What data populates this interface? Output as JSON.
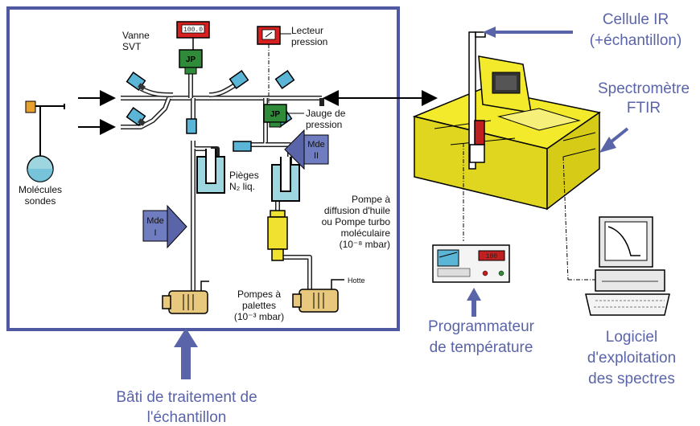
{
  "labels": {
    "vanne": "Vanne",
    "svt": "SVT",
    "lecteur": "Lecteur",
    "pression": "pression",
    "jauge": "Jauge de",
    "jauge2": "pression",
    "pieges": "Pièges",
    "n2": "N₂ liq.",
    "pompe_diff_1": "Pompe à",
    "pompe_diff_2": "diffusion d'huile",
    "pompe_diff_3": "ou Pompe turbo",
    "pompe_diff_4": "moléculaire",
    "pompe_diff_5": "(10⁻⁸ mbar)",
    "pompes_pal_1": "Pompes à",
    "pompes_pal_2": "palettes",
    "pompes_pal_3": "(10⁻³ mbar)",
    "hotte": "Hotte",
    "molecules_1": "Molécules",
    "molecules_2": "sondes",
    "mde_1": "Mde",
    "mde_1b": "I",
    "mde_2": "Mde",
    "mde_2b": "II",
    "jp": "JP",
    "cellule_1": "Cellule IR",
    "cellule_2": "(+échantillon)",
    "spectro_1": "Spectromètre",
    "spectro_2": "FTIR",
    "programmateur_1": "Programmateur",
    "programmateur_2": "de température",
    "logiciel_1": "Logiciel",
    "logiciel_2": "d'exploitation",
    "logiciel_3": "des spectres",
    "bati_1": "Bâti de traitement de",
    "bati_2": "l'échantillon",
    "gauge_display": "100.0",
    "temp_display": "100"
  },
  "colors": {
    "frame": "#4f58a0",
    "label_blue": "#5a64a8",
    "spectro_yellow": "#f2ea2a",
    "jp_green": "#2f8a3a",
    "valve_blue": "#5bb5d6",
    "trap_cyan": "#9ed6e0",
    "pump_tan": "#e8c87c",
    "pump_yellow": "#f0e030",
    "gauge_red": "#d82020",
    "arrow_blue": "#5a64a8"
  }
}
